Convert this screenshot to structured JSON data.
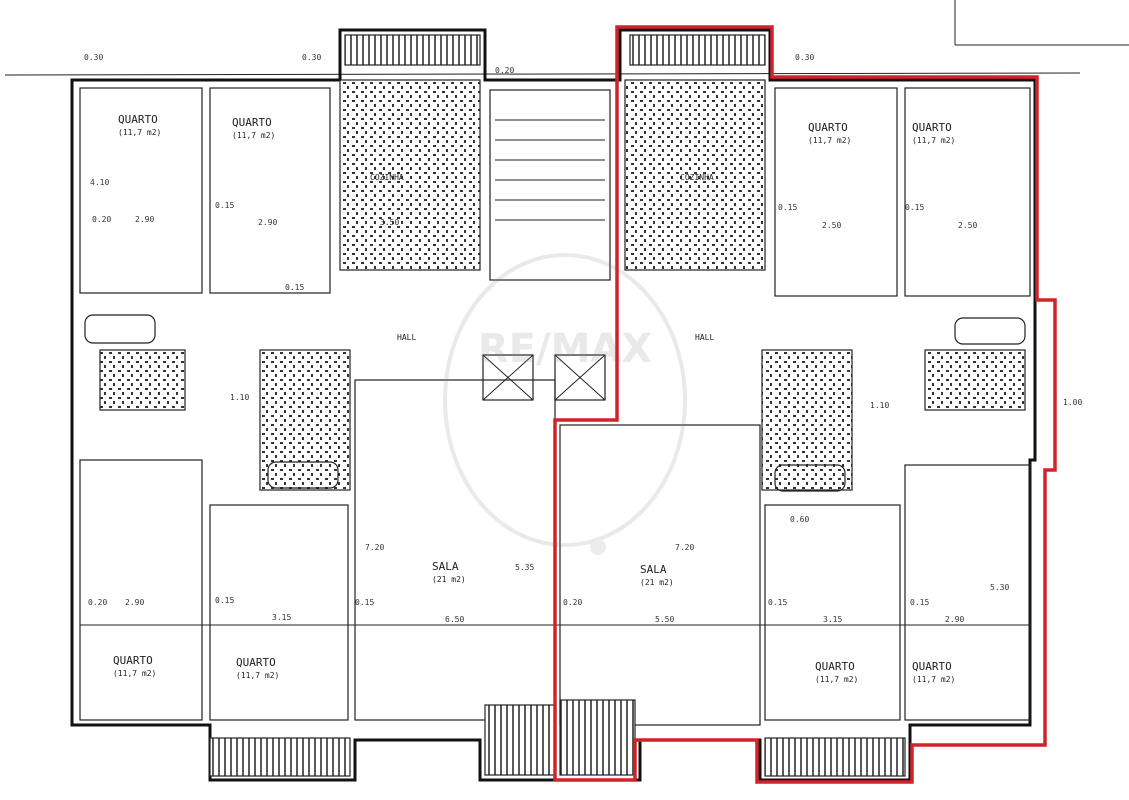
{
  "title": "Floor plan",
  "highlight_color": "#d0232a",
  "watermark": "RE/MAX",
  "rooms": {
    "quarto_label": "QUARTO",
    "quarto_area": "(11,7 m2)",
    "cozinha_label": "COZINHA",
    "hall_label": "HALL",
    "sala_label": "SALA",
    "sala_area": "(21 m2)"
  },
  "dimensions": {
    "d030": "0.30",
    "d020": "0.20",
    "d015": "0.15",
    "d410": "4.10",
    "d290": "2.90",
    "d250": "2.50",
    "d315": "3.15",
    "d350": "3.50",
    "d530": "5.30",
    "d535": "5.35",
    "d720": "7.20",
    "d650": "6.50",
    "d550": "5.50",
    "d110": "1.10",
    "d100": "1.00",
    "d060": "0.60"
  }
}
